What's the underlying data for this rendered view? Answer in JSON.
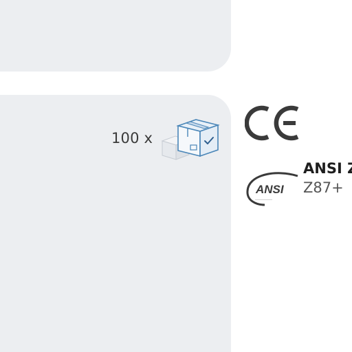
{
  "product_panel": {
    "quantity_label": "100 x",
    "quantity_icon": "boxes-icon"
  },
  "certifications": {
    "ce": {
      "icon": "ce-mark-icon",
      "text": "CE"
    },
    "ansi": {
      "icon": "ansi-logo-icon",
      "logo_text": "ANSI",
      "title": "ANSI Z",
      "subtitle": "Z87+"
    }
  },
  "colors": {
    "panel_bg": "#eceef1",
    "icon_blue": "#4a86b8",
    "text_dark": "#1e1e1e"
  }
}
